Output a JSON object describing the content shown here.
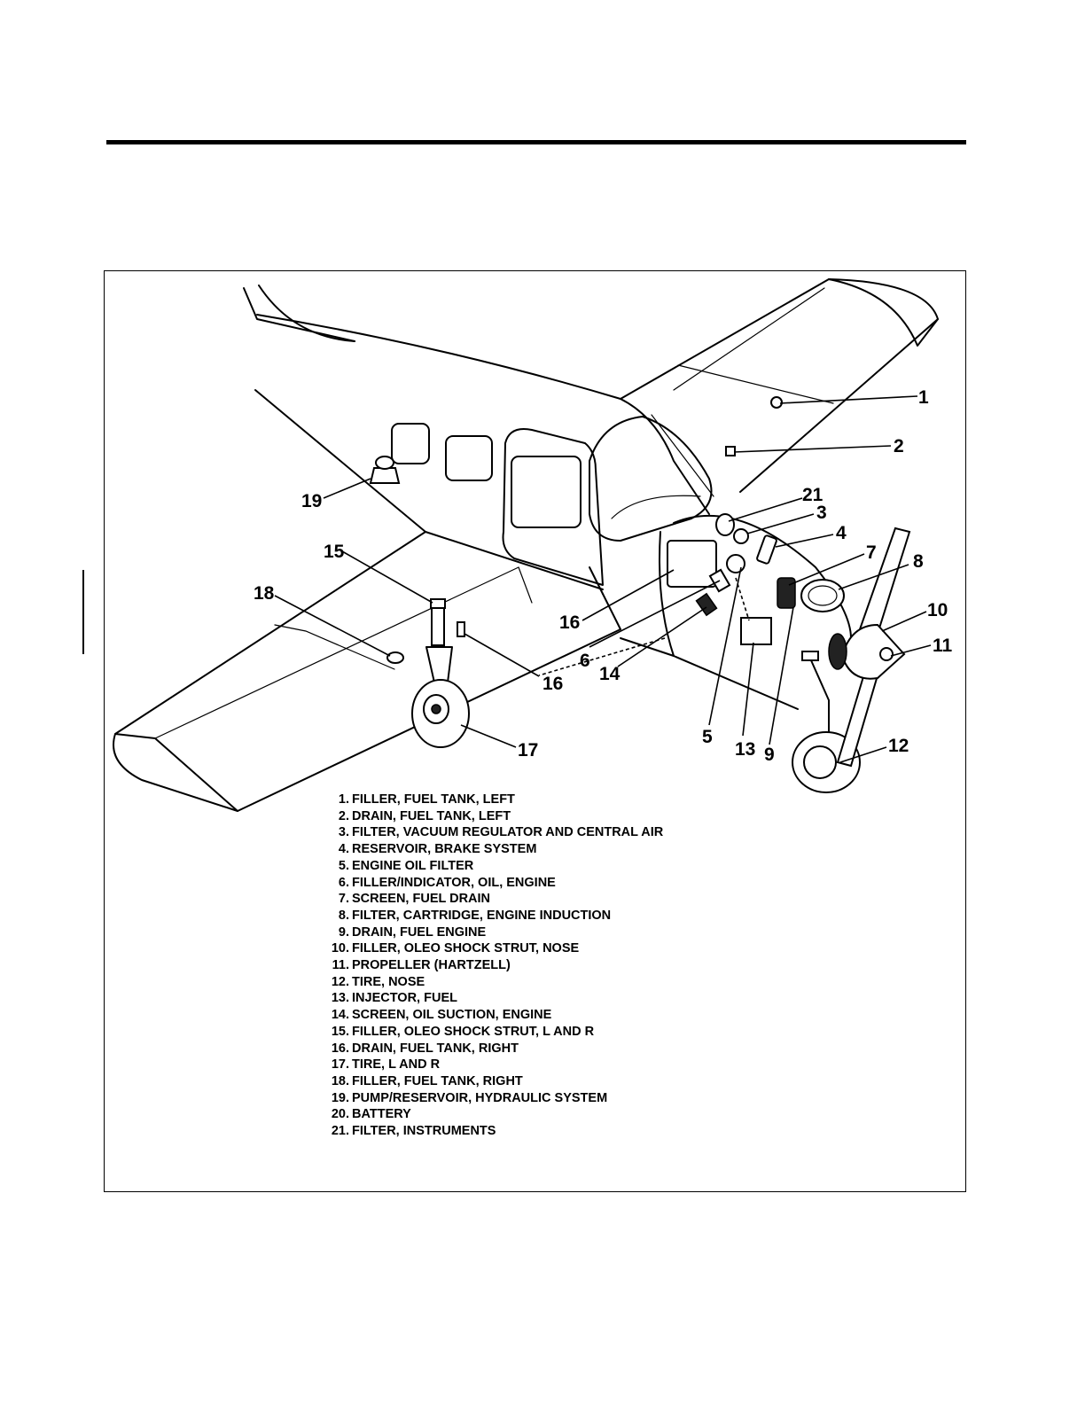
{
  "legend": [
    {
      "num": "1.",
      "text": "FILLER, FUEL TANK, LEFT"
    },
    {
      "num": "2.",
      "text": "DRAIN, FUEL TANK, LEFT"
    },
    {
      "num": "3.",
      "text": "FILTER, VACUUM REGULATOR AND CENTRAL AIR"
    },
    {
      "num": "4.",
      "text": "RESERVOIR, BRAKE SYSTEM"
    },
    {
      "num": "5.",
      "text": "ENGINE OIL FILTER"
    },
    {
      "num": "6.",
      "text": "FILLER/INDICATOR, OIL, ENGINE"
    },
    {
      "num": "7.",
      "text": "SCREEN, FUEL DRAIN"
    },
    {
      "num": "8.",
      "text": "FILTER, CARTRIDGE, ENGINE INDUCTION"
    },
    {
      "num": "9.",
      "text": "DRAIN, FUEL ENGINE"
    },
    {
      "num": "10.",
      "text": "FILLER, OLEO SHOCK STRUT, NOSE"
    },
    {
      "num": "11.",
      "text": "PROPELLER (HARTZELL)"
    },
    {
      "num": "12.",
      "text": "TIRE, NOSE"
    },
    {
      "num": "13.",
      "text": "INJECTOR, FUEL"
    },
    {
      "num": "14.",
      "text": "SCREEN, OIL SUCTION, ENGINE"
    },
    {
      "num": "15.",
      "text": "FILLER, OLEO SHOCK STRUT, L AND R"
    },
    {
      "num": "16.",
      "text": "DRAIN, FUEL TANK, RIGHT"
    },
    {
      "num": "17.",
      "text": "TIRE, L AND R"
    },
    {
      "num": "18.",
      "text": "FILLER, FUEL TANK, RIGHT"
    },
    {
      "num": "19.",
      "text": "PUMP/RESERVOIR, HYDRAULIC SYSTEM"
    },
    {
      "num": "20.",
      "text": "BATTERY"
    },
    {
      "num": "21.",
      "text": "FILTER, INSTRUMENTS"
    }
  ],
  "callouts": {
    "c1": "1",
    "c2": "2",
    "c3": "3",
    "c4": "4",
    "c5": "5",
    "c6": "6",
    "c7": "7",
    "c8": "8",
    "c9": "9",
    "c10": "10",
    "c11": "11",
    "c12": "12",
    "c13": "13",
    "c14": "14",
    "c15": "15",
    "c16a": "16",
    "c16b": "16",
    "c17": "17",
    "c18": "18",
    "c19": "19",
    "c21": "21"
  }
}
